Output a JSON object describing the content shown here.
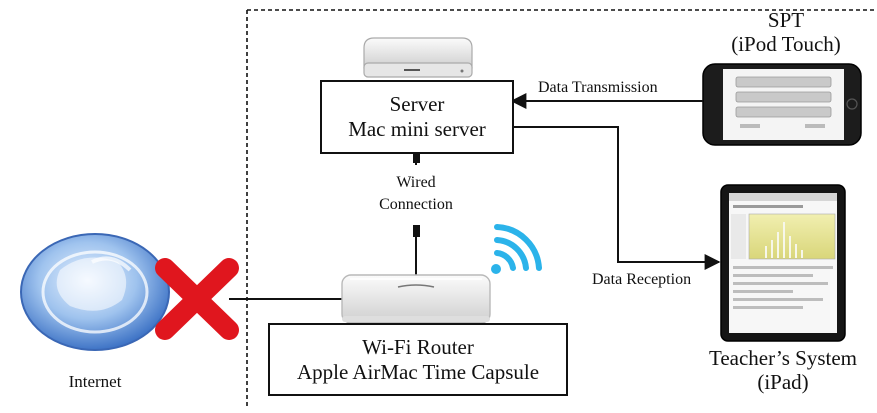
{
  "server": {
    "title": "Server",
    "subtitle": "Mac mini server",
    "device_icon": "mac-mini-icon"
  },
  "router": {
    "title": "Wi-Fi Router",
    "subtitle": "Apple AirMac Time Capsule",
    "device_icon": "time-capsule-icon",
    "wifi_icon": "wifi-icon",
    "wifi_color": "#2bb3ea"
  },
  "spt": {
    "title": "SPT",
    "subtitle": "(iPod Touch)",
    "device_icon": "ipod-touch-icon"
  },
  "teacher": {
    "title": "Teacher’s System",
    "subtitle": "(iPad)",
    "device_icon": "ipad-icon"
  },
  "internet": {
    "label": "Internet",
    "icon": "internet-globe-icon",
    "blocked_icon": "red-x-icon",
    "blocked_color": "#e0161e"
  },
  "connections": {
    "wired_line1": "Wired",
    "wired_line2": "Connection",
    "data_transmission": "Data Transmission",
    "data_reception": "Data Reception"
  }
}
